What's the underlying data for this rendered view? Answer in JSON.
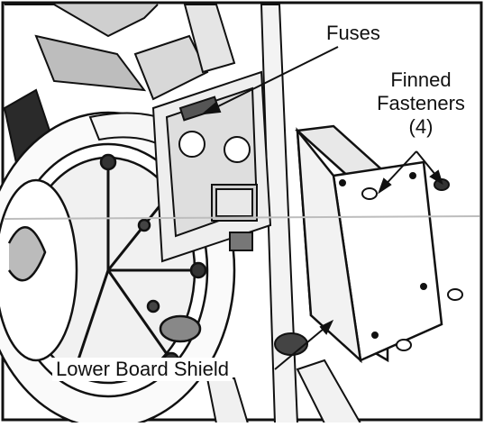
{
  "labels": {
    "fuses": "Fuses",
    "finned": "Finned",
    "fasteners": "Fasteners",
    "count": "(4)",
    "shield": "Lower Board Shield"
  },
  "colors": {
    "ink": "#111111",
    "paper": "#ffffff",
    "shade": "#7a7a7a",
    "dark": "#2a2a2a"
  }
}
